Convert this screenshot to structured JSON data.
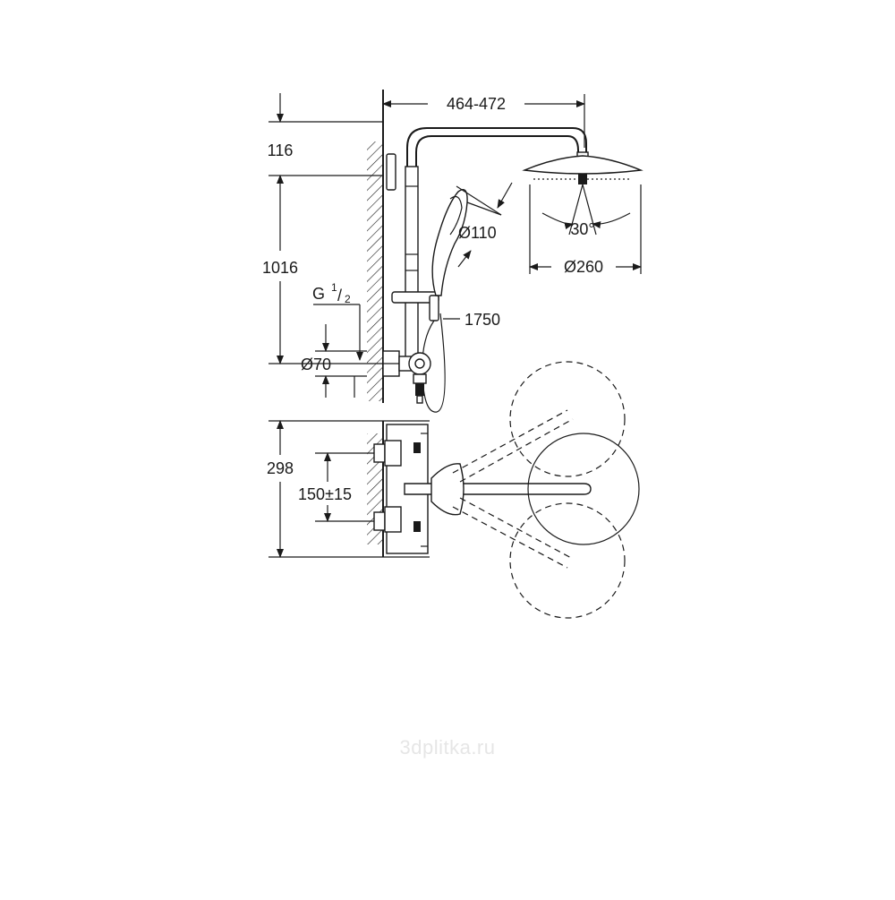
{
  "diagram": {
    "labels": {
      "width_arm": "464-472",
      "offset_top": "116",
      "height_column": "1016",
      "thread_prefix": "G",
      "thread_num": "1",
      "thread_den": "2",
      "diam_escutcheon": "Ø70",
      "diam_hand": "Ø110",
      "angle": "30°",
      "diam_head": "Ø260",
      "hose_length": "1750",
      "height_mixer": "298",
      "connection_center": "150±15"
    },
    "watermark": "3dplitka.ru"
  },
  "colors": {
    "line": "#1a1a1a",
    "background": "#ffffff",
    "watermark": "#e6e6e6"
  }
}
